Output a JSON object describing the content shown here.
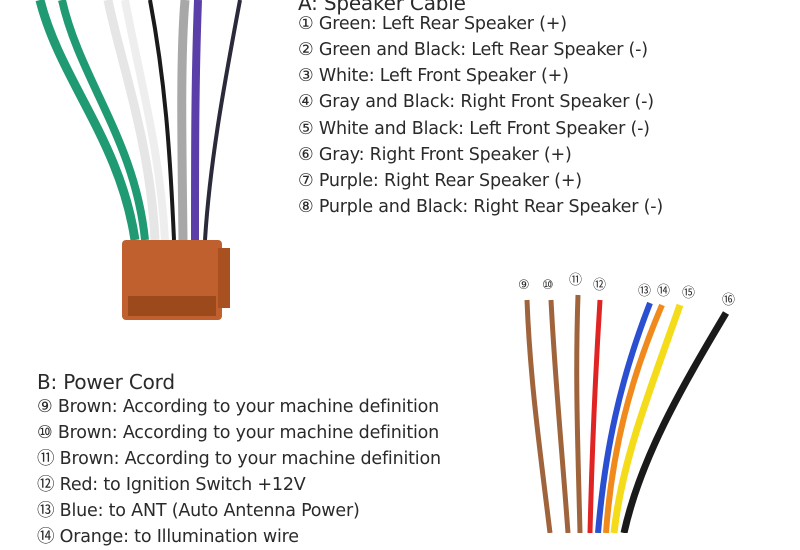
{
  "speaker_cable": {
    "title": "A: Speaker Cable",
    "items": [
      "① Green: Left Rear Speaker (+)",
      "② Green and Black: Left Rear Speaker (-)",
      "③ White: Left Front Speaker (+)",
      "④ Gray and Black: Right Front Speaker (-)",
      "⑤ White and Black: Left Front Speaker (-)",
      "⑥ Gray: Right Front Speaker (+)",
      "⑦ Purple: Right Rear Speaker (+)",
      "⑧ Purple and Black: Right Rear Speaker (-)"
    ]
  },
  "power_cord": {
    "title": "B: Power Cord",
    "items": [
      "⑨ Brown: According to your machine definition",
      "⑩ Brown: According to your machine definition",
      "⑪ Brown: According to your machine definition",
      "⑫ Red: to Ignition Switch +12V",
      "⑬ Blue: to ANT (Auto Antenna Power)",
      "⑭ Orange: to Illumination wire"
    ],
    "wire_labels": [
      "⑨",
      "⑩",
      "⑪",
      "⑫",
      "⑬",
      "⑭",
      "⑮",
      "⑯"
    ]
  },
  "colors": {
    "connector": "#c0602e",
    "green": "#1f9a72",
    "white": "#f2f2f2",
    "gray": "#a8a8a8",
    "purple": "#5b3fa8",
    "black": "#1a1a1a",
    "brown": "#a0643c",
    "red": "#e02424",
    "blue": "#2a4fd0",
    "orange": "#f08a1c",
    "yellow": "#f4dc1a"
  }
}
